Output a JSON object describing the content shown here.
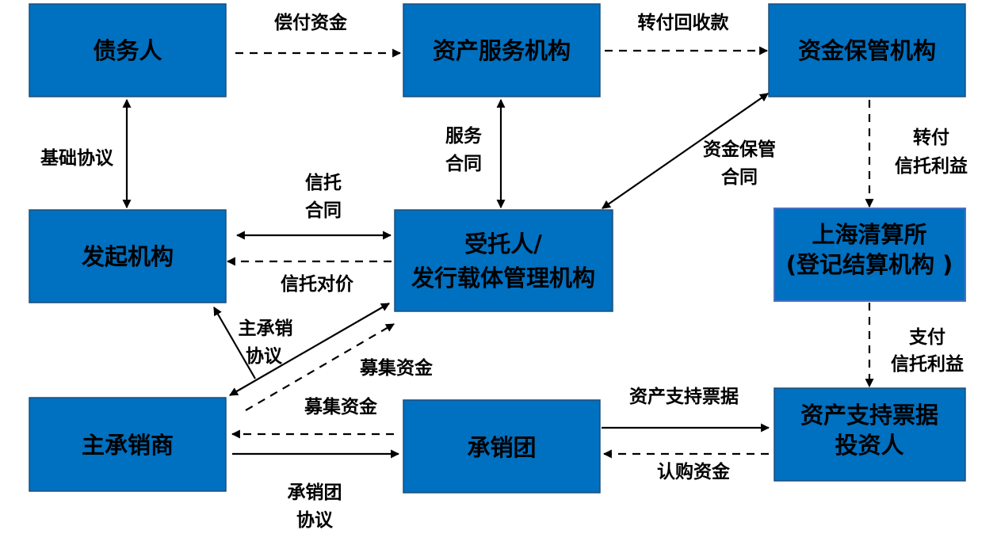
{
  "boxes": {
    "debtor": "债务人",
    "servicer": "资产服务机构",
    "custodian": "资金保管机构",
    "originator": "发起机构",
    "trustee_1": "受托人/",
    "trustee_2": "发行载体管理机构",
    "shclearing_1": "上海清算所",
    "shclearing_2": "(登记结算机构 )",
    "lead_underwriter": "主承销商",
    "syndicate": "承销团",
    "investor_1": "资产支持票据",
    "investor_2": "投资人"
  },
  "labels": {
    "repayment": "偿付资金",
    "transfer_collection": "转付回收款",
    "basic_agreement": "基础协议",
    "service_contract_1": "服务",
    "service_contract_2": "合同",
    "custody_contract_1": "资金保管",
    "custody_contract_2": "合同",
    "transfer_trust_1": "转付",
    "transfer_trust_2": "信托利益",
    "trust_contract_1": "信托",
    "trust_contract_2": "合同",
    "trust_consideration": "信托对价",
    "lead_agreement_1": "主承销",
    "lead_agreement_2": "协议",
    "raised_funds_1": "募集资金",
    "raised_funds_2": "募集资金",
    "pay_trust_1": "支付",
    "pay_trust_2": "信托利益",
    "abn": "资产支持票据",
    "subscription": "认购资金",
    "syndicate_agreement_1": "承销团",
    "syndicate_agreement_2": "协议"
  }
}
